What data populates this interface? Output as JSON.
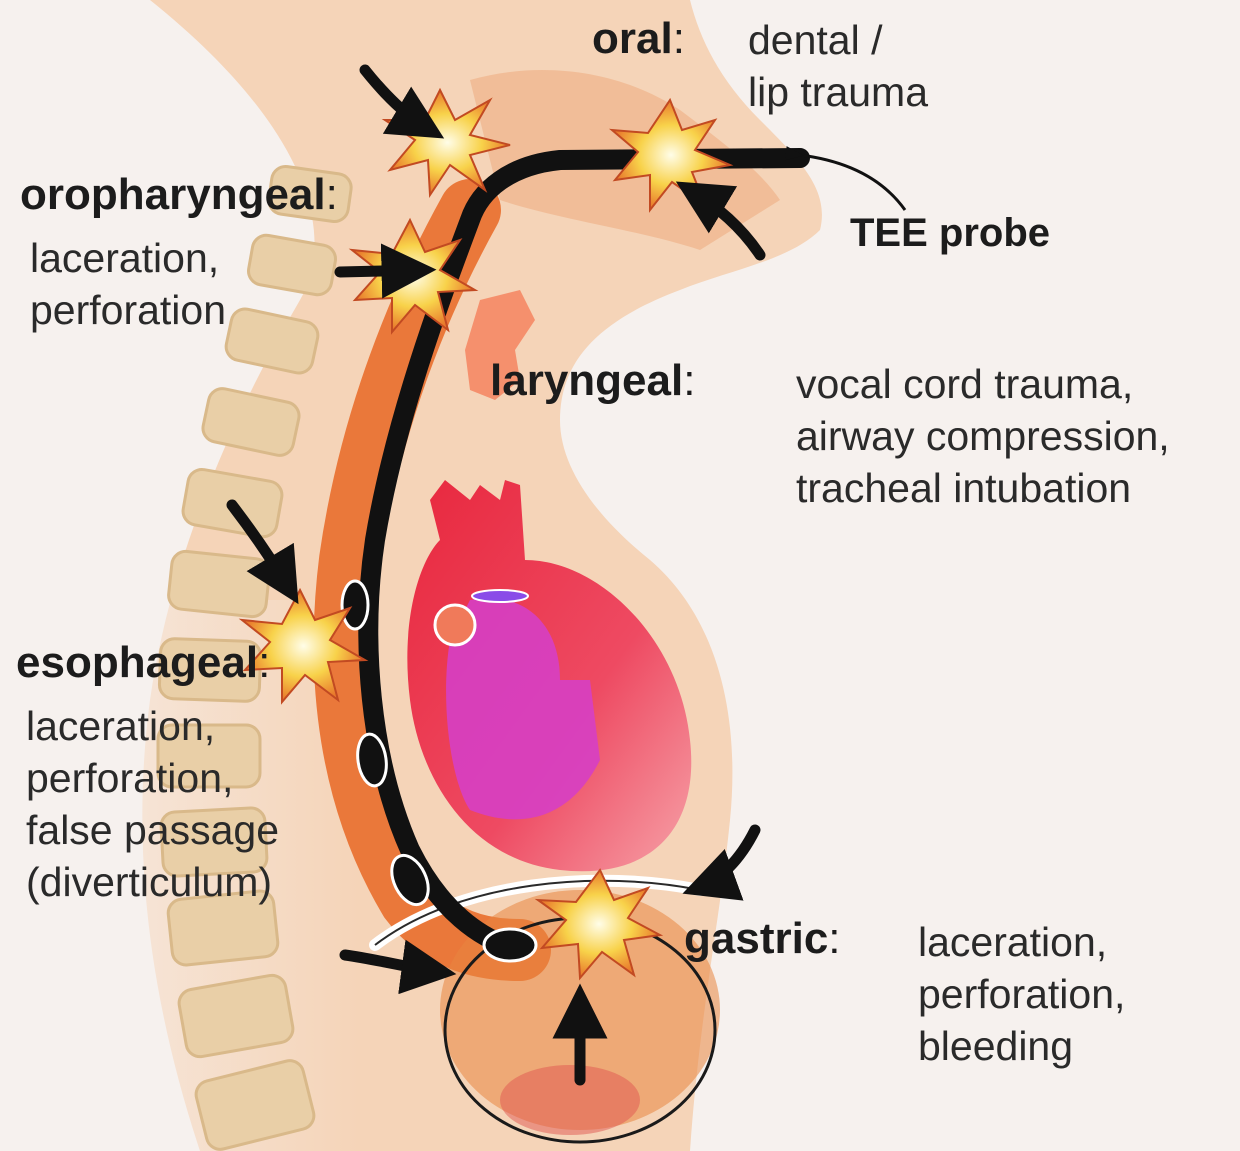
{
  "labels": {
    "oral": {
      "name": "oral",
      "sep": ":",
      "lines": [
        "dental /",
        "lip trauma"
      ]
    },
    "oropharyngeal": {
      "name": "oropharyngeal",
      "sep": ":",
      "lines": [
        "laceration,",
        "perforation"
      ]
    },
    "probe": {
      "name": "TEE probe"
    },
    "laryngeal": {
      "name": "laryngeal",
      "sep": ":",
      "lines": [
        "vocal cord trauma,",
        "airway compression,",
        "tracheal intubation"
      ]
    },
    "esophageal": {
      "name": "esophageal",
      "sep": ":",
      "lines": [
        "laceration,",
        "perforation,",
        "false passage",
        "(diverticulum)"
      ]
    },
    "gastric": {
      "name": "gastric",
      "sep": ":",
      "lines": [
        "laceration,",
        "perforation,",
        "bleeding"
      ]
    }
  },
  "colors": {
    "skin": "#f4c9a6",
    "esophagus": "#e8702f",
    "heart": "#e8334f",
    "aorta": "#d63fc4",
    "probe": "#111111",
    "burst": "#f8d24a"
  }
}
